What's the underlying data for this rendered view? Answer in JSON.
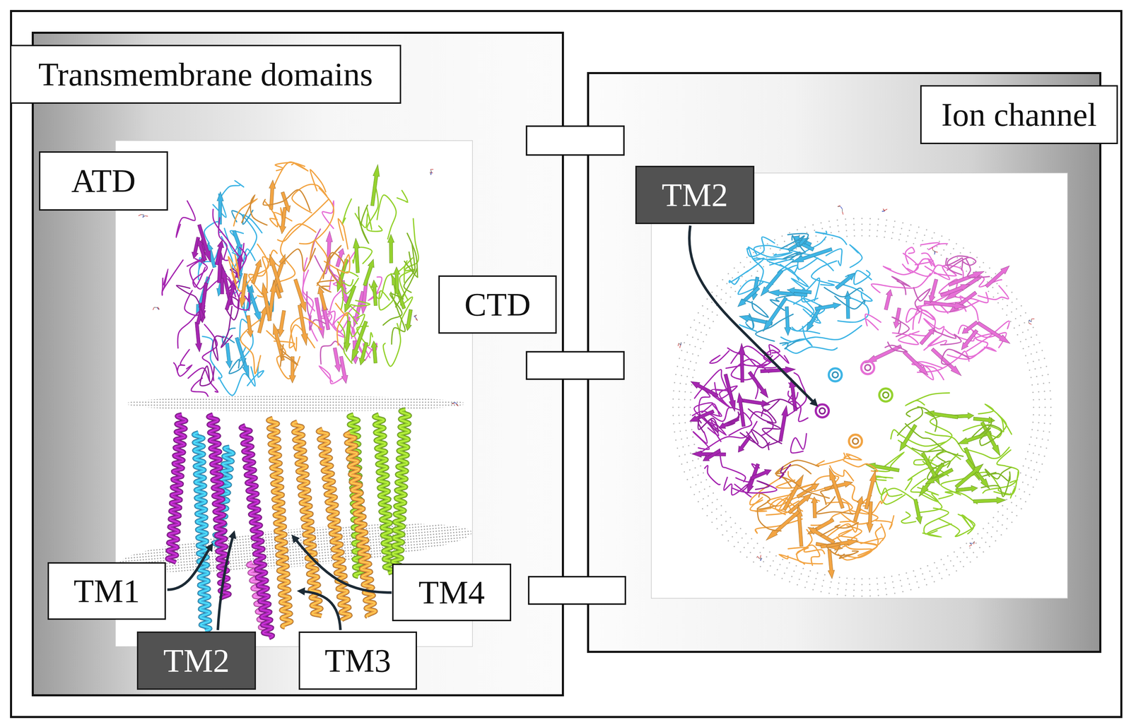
{
  "diagram": {
    "nodes": [
      {
        "text": [
          "Transmembrane domains"
        ]
      },
      {
        "text": [
          "ATD"
        ],
        "in": 0
      },
      {
        "text": [
          "CTD"
        ],
        "in": 0
      },
      {
        "text": [
          "TM1"
        ],
        "in": 0
      },
      {
        "text": [
          "TM2"
        ],
        "in": 0
      },
      {
        "text": [
          "TM3"
        ],
        "in": 0
      },
      {
        "text": [
          "TM4"
        ],
        "in": 0
      },
      {
        "text": [
          "Ion channel"
        ]
      },
      {
        "text": [
          "TM2"
        ],
        "in": 7
      }
    ]
  }
}
